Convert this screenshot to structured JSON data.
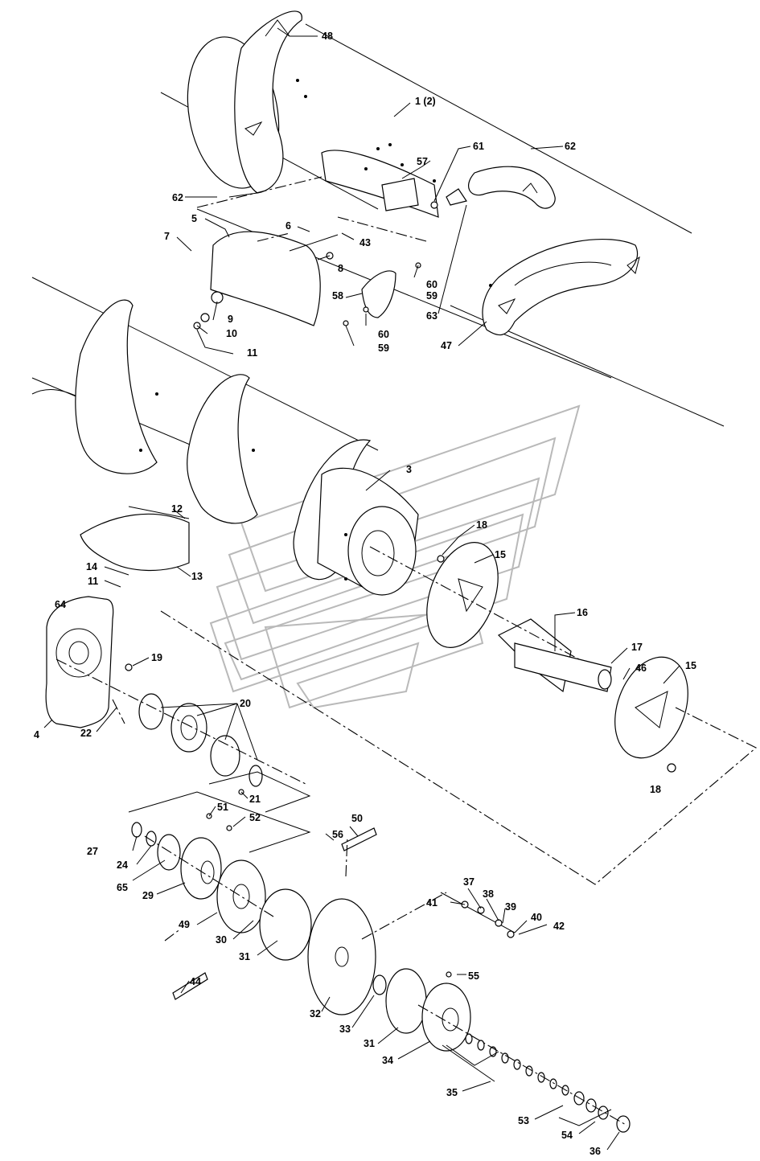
{
  "diagram": {
    "callouts": [
      {
        "id": "c48",
        "label": "48"
      },
      {
        "id": "c1",
        "label": "1 (2)"
      },
      {
        "id": "c61",
        "label": "61"
      },
      {
        "id": "c62a",
        "label": "62"
      },
      {
        "id": "c57",
        "label": "57"
      },
      {
        "id": "c62b",
        "label": "62"
      },
      {
        "id": "c5",
        "label": "5"
      },
      {
        "id": "c7",
        "label": "7"
      },
      {
        "id": "c6",
        "label": "6"
      },
      {
        "id": "c43",
        "label": "43"
      },
      {
        "id": "c8",
        "label": "8"
      },
      {
        "id": "c60a",
        "label": "60"
      },
      {
        "id": "c59a",
        "label": "59"
      },
      {
        "id": "c58",
        "label": "58"
      },
      {
        "id": "c63",
        "label": "63"
      },
      {
        "id": "c9",
        "label": "9"
      },
      {
        "id": "c10",
        "label": "10"
      },
      {
        "id": "c11a",
        "label": "11"
      },
      {
        "id": "c60b",
        "label": "60"
      },
      {
        "id": "c59b",
        "label": "59"
      },
      {
        "id": "c47",
        "label": "47"
      },
      {
        "id": "c3",
        "label": "3"
      },
      {
        "id": "c12",
        "label": "12"
      },
      {
        "id": "c18a",
        "label": "18"
      },
      {
        "id": "c15a",
        "label": "15"
      },
      {
        "id": "c14",
        "label": "14"
      },
      {
        "id": "c11b",
        "label": "11"
      },
      {
        "id": "c13",
        "label": "13"
      },
      {
        "id": "c64",
        "label": "64"
      },
      {
        "id": "c16",
        "label": "16"
      },
      {
        "id": "c17",
        "label": "17"
      },
      {
        "id": "c15b",
        "label": "15"
      },
      {
        "id": "c46",
        "label": "46"
      },
      {
        "id": "c19",
        "label": "19"
      },
      {
        "id": "c20",
        "label": "20"
      },
      {
        "id": "c4",
        "label": "4"
      },
      {
        "id": "c22",
        "label": "22"
      },
      {
        "id": "c18b",
        "label": "18"
      },
      {
        "id": "c21",
        "label": "21"
      },
      {
        "id": "c51",
        "label": "51"
      },
      {
        "id": "c52",
        "label": "52"
      },
      {
        "id": "c50",
        "label": "50"
      },
      {
        "id": "c56",
        "label": "56"
      },
      {
        "id": "c27",
        "label": "27"
      },
      {
        "id": "c24",
        "label": "24"
      },
      {
        "id": "c65",
        "label": "65"
      },
      {
        "id": "c29",
        "label": "29"
      },
      {
        "id": "c37",
        "label": "37"
      },
      {
        "id": "c41",
        "label": "41"
      },
      {
        "id": "c38",
        "label": "38"
      },
      {
        "id": "c39",
        "label": "39"
      },
      {
        "id": "c40",
        "label": "40"
      },
      {
        "id": "c42",
        "label": "42"
      },
      {
        "id": "c49",
        "label": "49"
      },
      {
        "id": "c30",
        "label": "30"
      },
      {
        "id": "c31a",
        "label": "31"
      },
      {
        "id": "c44",
        "label": "44"
      },
      {
        "id": "c55",
        "label": "55"
      },
      {
        "id": "c32",
        "label": "32"
      },
      {
        "id": "c33",
        "label": "33"
      },
      {
        "id": "c31b",
        "label": "31"
      },
      {
        "id": "c34",
        "label": "34"
      },
      {
        "id": "c35",
        "label": "35"
      },
      {
        "id": "c53",
        "label": "53"
      },
      {
        "id": "c54",
        "label": "54"
      },
      {
        "id": "c36",
        "label": "36"
      }
    ]
  }
}
